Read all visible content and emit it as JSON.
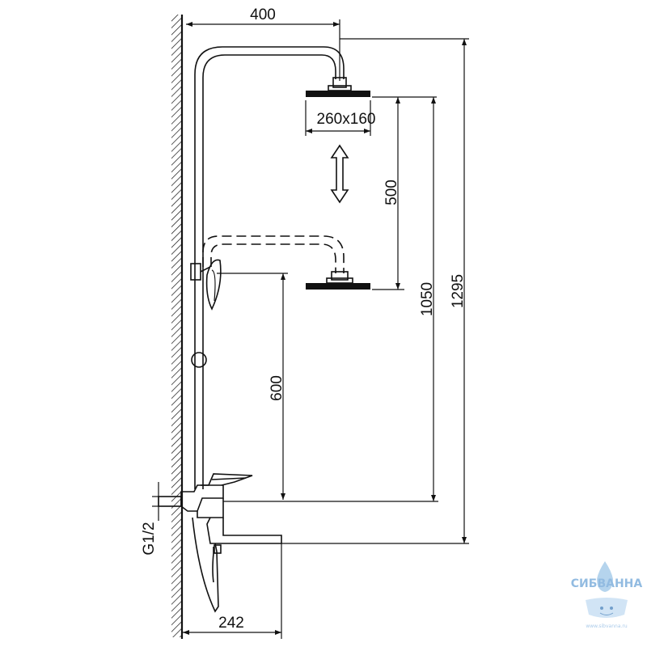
{
  "dimensions": {
    "top_width": "400",
    "head_size": "260x160",
    "slide_travel": "500",
    "hand_height": "600",
    "inlet": "G1/2",
    "mid_height": "1050",
    "total_height": "1295",
    "spout": "242"
  },
  "watermark": {
    "brand": "СИБВАННА",
    "url": "www.sibvanna.ru"
  },
  "colors": {
    "line": "#111111",
    "watermark": "#7fb0dc"
  }
}
